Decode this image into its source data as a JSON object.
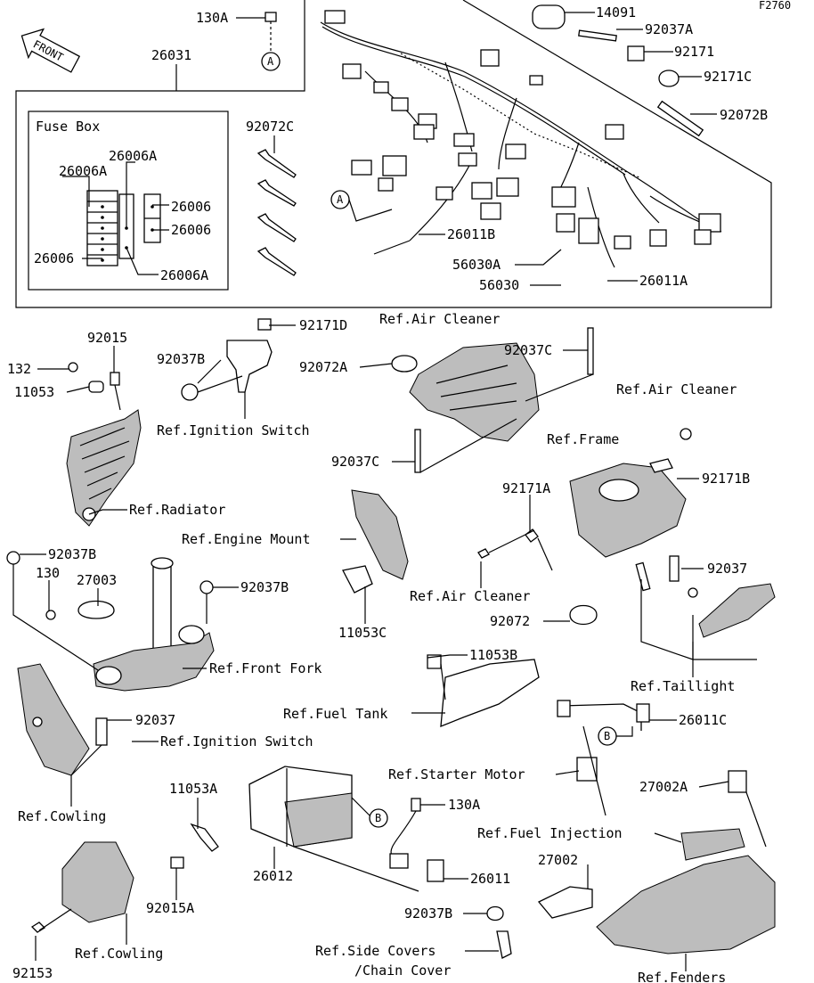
{
  "figure_id": "F2760",
  "front_label": "FRONT",
  "fuse_box_title": "Fuse Box",
  "circle_a": "A",
  "circle_b": "B",
  "labels": {
    "p130A_top": "130A",
    "p26031": "26031",
    "p14091": "14091",
    "p92037A": "92037A",
    "p92171": "92171",
    "p92171C": "92171C",
    "p92072B": "92072B",
    "p92072C": "92072C",
    "p26006A_a": "26006A",
    "p26006A_b": "26006A",
    "p26006_r1": "26006",
    "p26006_r2": "26006",
    "p26006_l": "26006",
    "p26006A_c": "26006A",
    "p26011B": "26011B",
    "p56030A": "56030A",
    "p56030": "56030",
    "p26011A": "26011A",
    "p92015": "92015",
    "p132": "132",
    "p11053": "11053",
    "ref_radiator": "Ref.Radiator",
    "p92037B_1": "92037B",
    "ref_ign_1": "Ref.Ignition Switch",
    "p92171D": "92171D",
    "ref_air_1": "Ref.Air Cleaner",
    "p92072A": "92072A",
    "p92037C_1": "92037C",
    "ref_air_2": "Ref.Air Cleaner",
    "p92037C_2": "92037C",
    "ref_frame": "Ref.Frame",
    "p92171B": "92171B",
    "p92171A": "92171A",
    "ref_engine_mount": "Ref.Engine Mount",
    "p11053C": "11053C",
    "ref_air_3": "Ref.Air Cleaner",
    "p92037_1": "92037",
    "p92072": "92072",
    "p92037B_2": "92037B",
    "p130": "130",
    "p27003": "27003",
    "p92037B_3": "92037B",
    "ref_front_fork": "Ref.Front Fork",
    "p11053B": "11053B",
    "ref_taillight": "Ref.Taillight",
    "ref_fuel_tank": "Ref.Fuel Tank",
    "p26011C": "26011C",
    "p92037_2": "92037",
    "ref_ign_2": "Ref.Ignition Switch",
    "ref_starter": "Ref.Starter Motor",
    "ref_cowling_1": "Ref.Cowling",
    "p11053A": "11053A",
    "p130A_b": "130A",
    "p27002A": "27002A",
    "ref_fuel_inj": "Ref.Fuel Injection",
    "p26012": "26012",
    "p26011": "26011",
    "p27002": "27002",
    "p92015A": "92015A",
    "p92037B_4": "92037B",
    "ref_side_covers_1": "Ref.Side Covers",
    "ref_side_covers_2": "/Chain Cover",
    "ref_cowling_2": "Ref.Cowling",
    "p92153": "92153",
    "ref_fenders": "Ref.Fenders"
  }
}
